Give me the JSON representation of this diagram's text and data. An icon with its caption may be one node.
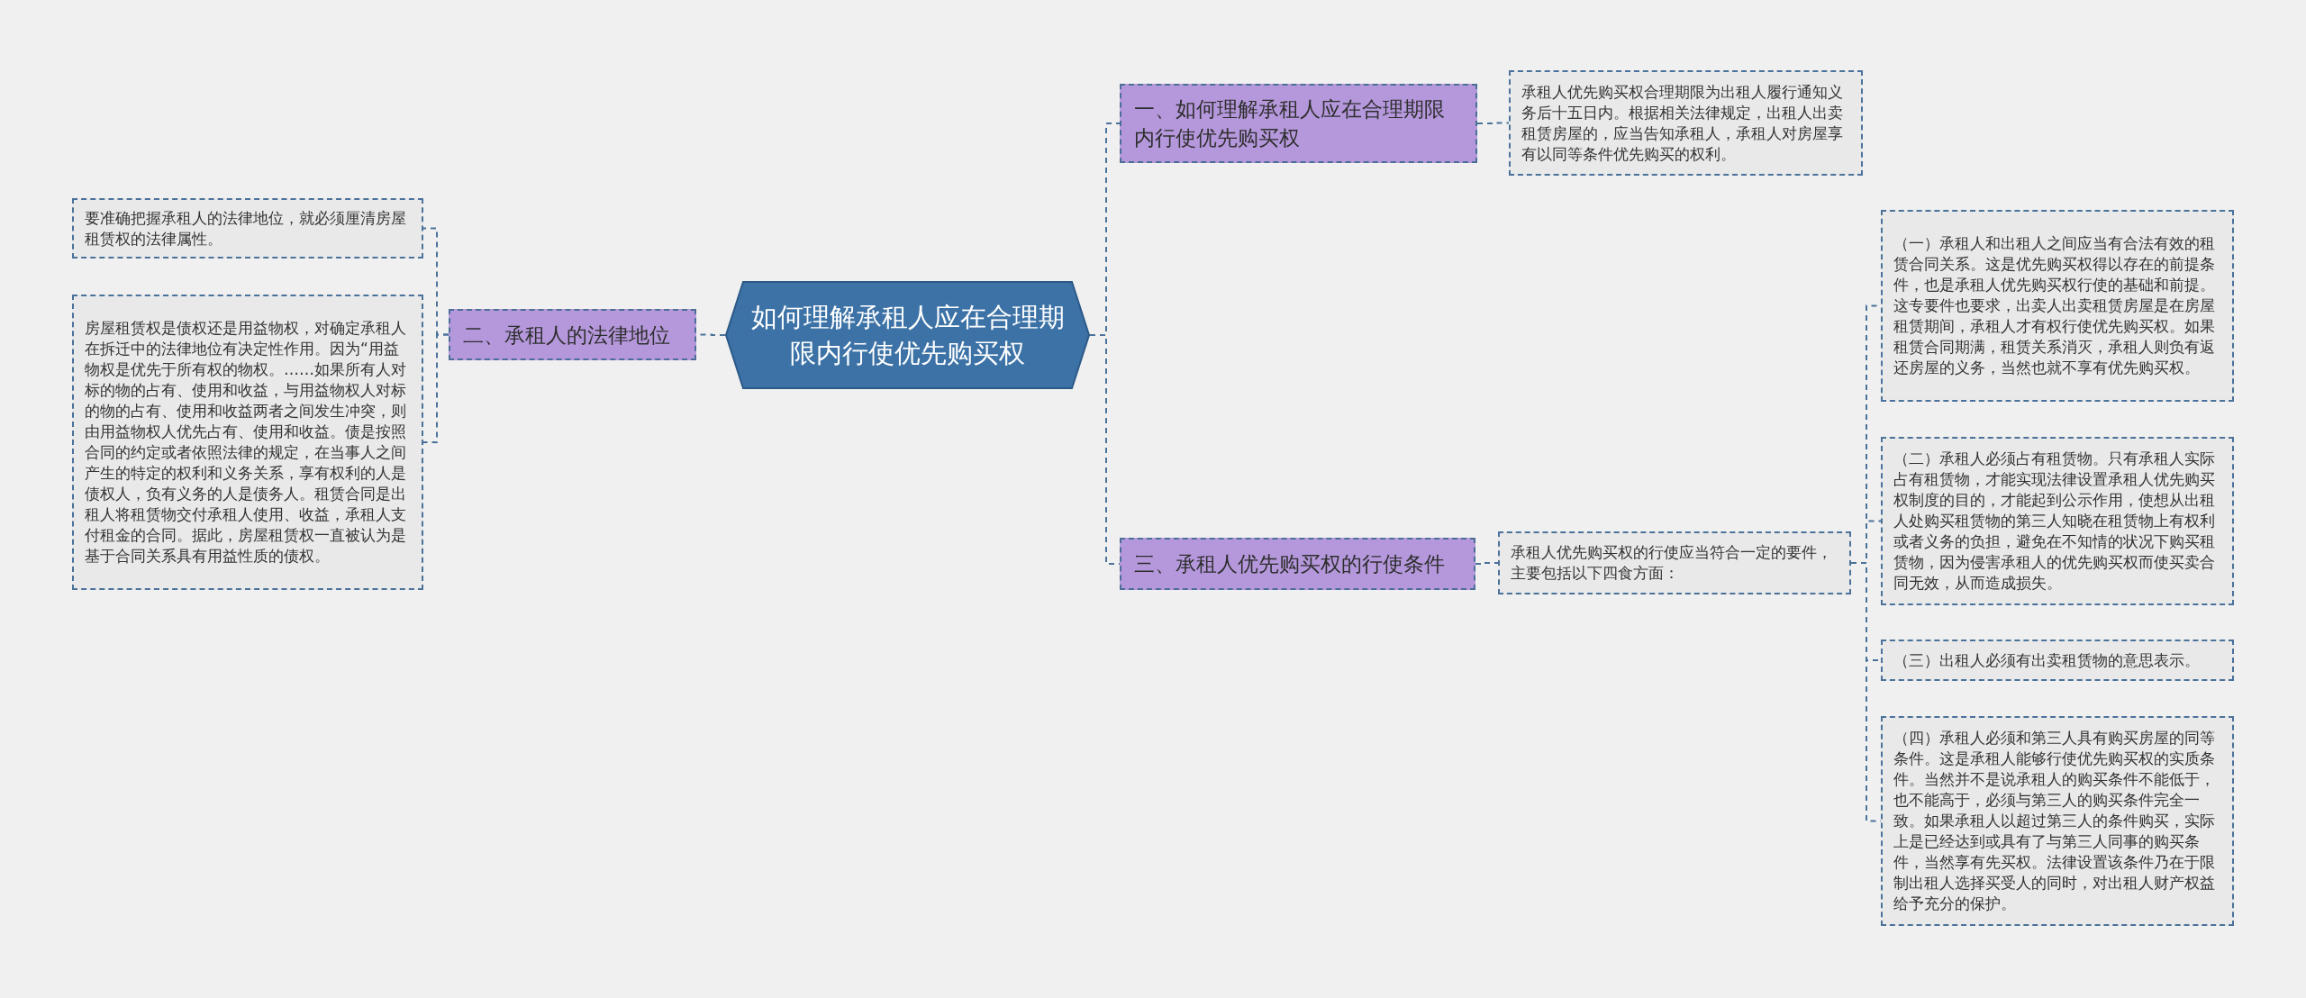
{
  "diagram": {
    "nodes": [
      {
        "text": [
          "如何理解承租人应在合理期限内行使优先购买权"
        ]
      },
      {
        "text": [
          "一、如何理解承租人应在合理期限内行使优先购买权"
        ]
      },
      {
        "text": [
          "承租人优先购买权合理期限为出租人履行通知义务后十五日内。根据相关法律规定，出租人出卖租赁房屋的，应当告知承租人，承租人对房屋享有以同等条件优先购买的权利。"
        ]
      },
      {
        "text": [
          "二、承租人的法律地位"
        ]
      },
      {
        "text": [
          "要准确把握承租人的法律地位，就必须厘清房屋租赁权的法律属性。"
        ]
      },
      {
        "text": [
          "房屋租赁权是债权还是用益物权，对确定承租人在拆迁中的法律地位有决定性作用。因为“用益物权是优先于所有权的物权。……如果所有人对标的物的占有、使用和收益，与用益物权人对标的物的占有、使用和收益两者之间发生冲突，则由用益物权人优先占有、使用和收益。债是按照合同的约定或者依照法律的规定，在当事人之间产生的特定的权利和义务关系，享有权利的人是债权人，负有义务的人是债务人。租赁合同是出租人将租赁物交付承租人使用、收益，承租人支付租金的合同。据此，房屋租赁权一直被认为是基于合同关系具有用益性质的债权。"
        ]
      },
      {
        "text": [
          "三、承租人优先购买权的行使条件"
        ]
      },
      {
        "text": [
          "承租人优先购买权的行使应当符合一定的要件，主要包括以下四食方面："
        ]
      },
      {
        "text": [
          "（一）承租人和出租人之间应当有合法有效的租赁合同关系。这是优先购买权得以存在的前提条件，也是承租人优先购买权行使的基础和前提。这专要件也要求，出卖人出卖租赁房屋是在房屋租赁期间，承租人才有权行使优先购买权。如果租赁合同期满，租赁关系消灭，承租人则负有返还房屋的义务，当然也就不享有优先购买权。"
        ]
      },
      {
        "text": [
          "（二）承租人必须占有租赁物。只有承租人实际占有租赁物，才能实现法律设置承租人优先购买权制度的目的，才能起到公示作用，使想从出租人处购买租赁物的第三人知晓在租赁物上有权利或者义务的负担，避免在不知情的状况下购买租赁物，因为侵害承租人的优先购买权而使买卖合同无效，从而造成损失。"
        ]
      },
      {
        "text": [
          "（三）出租人必须有出卖租赁物的意思表示。"
        ]
      },
      {
        "text": [
          "（四）承租人必须和第三人具有购买房屋的同等条件。这是承租人能够行使优先购买权的实质条件。当然并不是说承租人的购买条件不能低于，也不能高于，必须与第三人的购买条件完全一致。如果承租人以超过第三人的条件购买，实际上是已经达到或具有了与第三人同事的购买条件，当然享有先买权。法律设置该条件乃在于限制出租人选择买受人的同时，对出租人财产权益给予充分的保护。"
        ]
      }
    ],
    "edges": [
      {
        "from": 0,
        "to": 1,
        "arrow": "none"
      },
      {
        "from": 0,
        "to": 3,
        "arrow": "none"
      },
      {
        "from": 0,
        "to": 6,
        "arrow": "none"
      },
      {
        "from": 1,
        "to": 2,
        "arrow": "none"
      },
      {
        "from": 3,
        "to": 4,
        "arrow": "none"
      },
      {
        "from": 3,
        "to": 5,
        "arrow": "none"
      },
      {
        "from": 6,
        "to": 7,
        "arrow": "none"
      },
      {
        "from": 7,
        "to": 8,
        "arrow": "none"
      },
      {
        "from": 7,
        "to": 9,
        "arrow": "none"
      },
      {
        "from": 7,
        "to": 10,
        "arrow": "none"
      },
      {
        "from": 7,
        "to": 11,
        "arrow": "none"
      }
    ]
  }
}
